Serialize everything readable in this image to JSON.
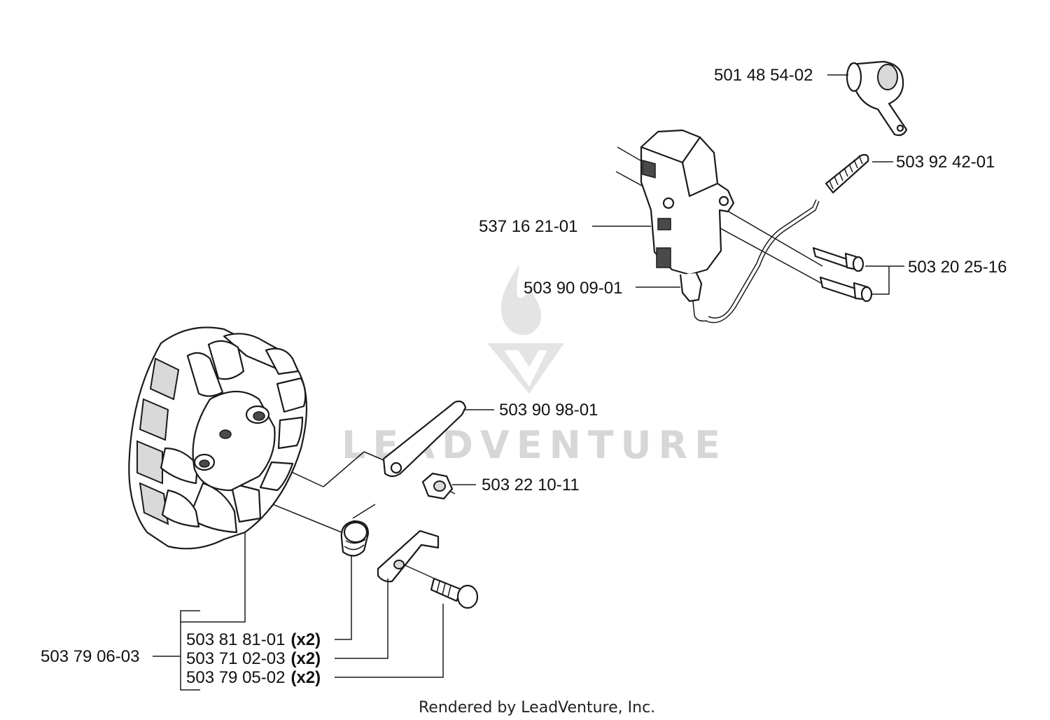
{
  "parts": {
    "cap": "501 48 54-02",
    "spring": "503 92 42-01",
    "module": "537 16 21-01",
    "screws": "503 20 25-16",
    "wire": "503 90 09-01",
    "pawl_spring": "503 90 98-01",
    "nut": "503 22 10-11",
    "flywheel_kit": "503 79 06-03",
    "coil_spring": "503 81 81-01",
    "pawl": "503 71 02-03",
    "pin": "503 79 05-02"
  },
  "quantities": {
    "coil_spring": "(x2)",
    "pawl": "(x2)",
    "pin": "(x2)"
  },
  "watermark": "LEADVENTURE",
  "footer": "Rendered by LeadVenture, Inc."
}
